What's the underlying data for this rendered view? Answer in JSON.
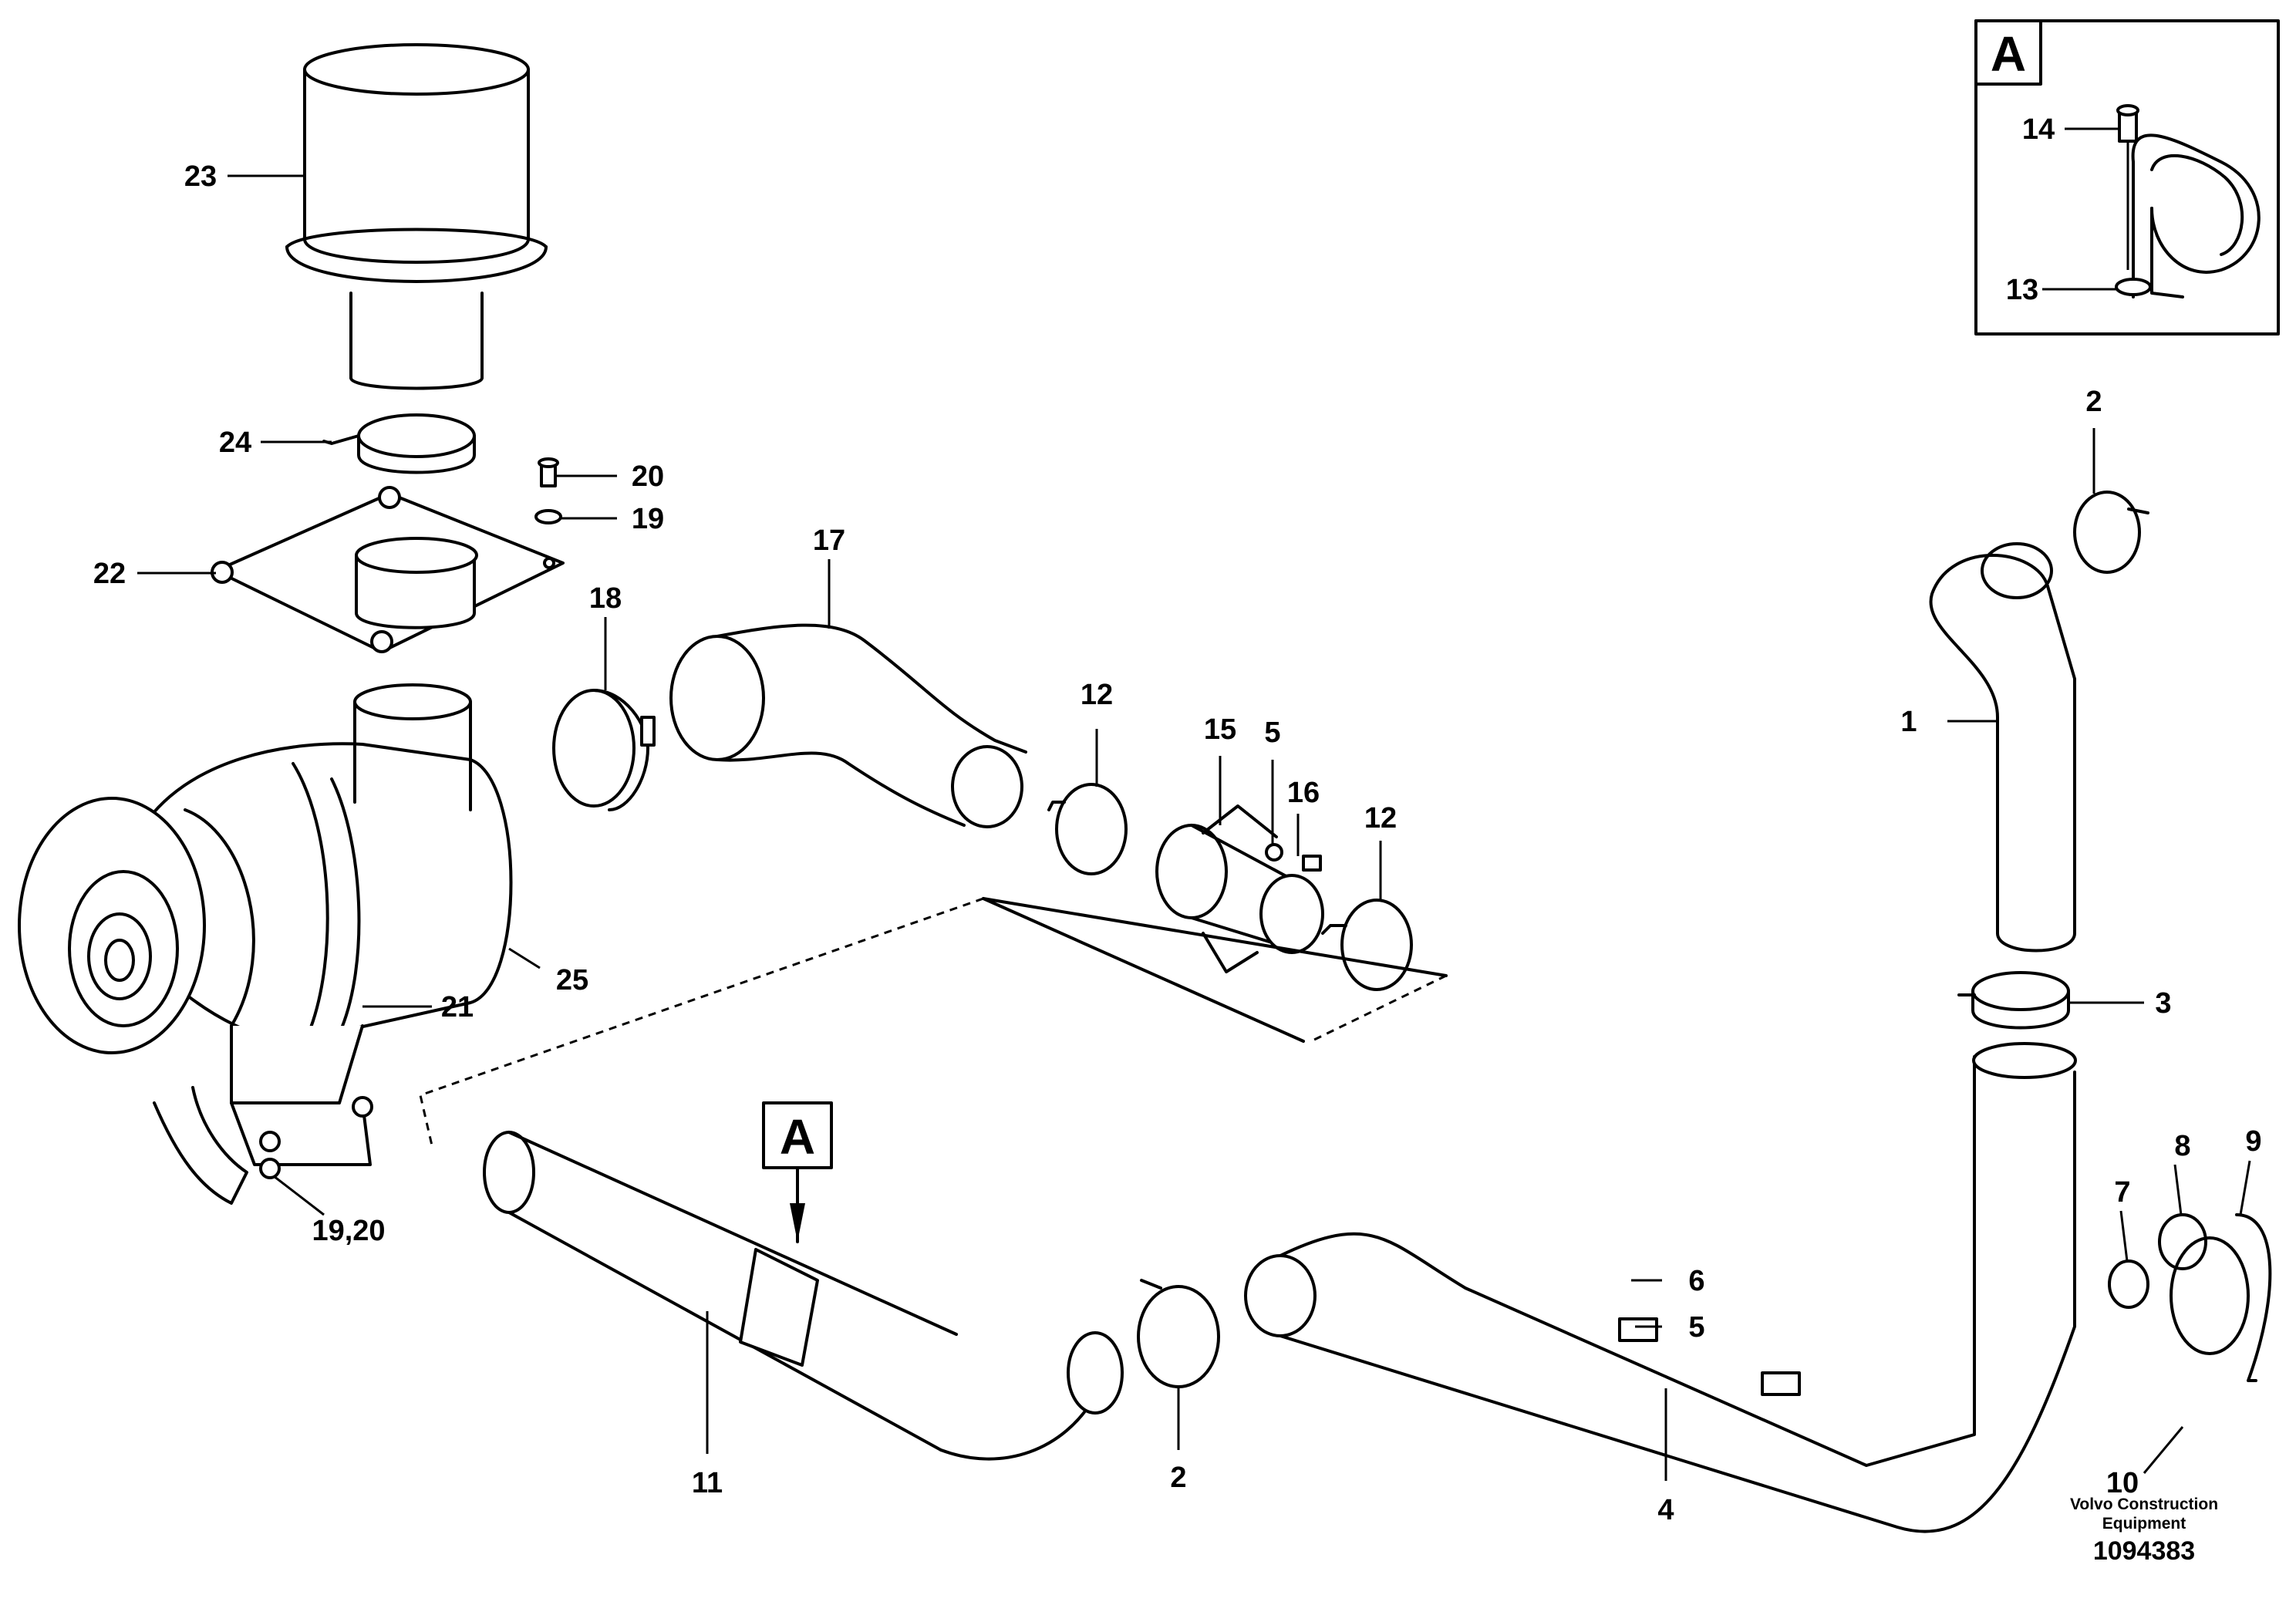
{
  "inset": {
    "letter": "A"
  },
  "callout": {
    "letter": "A"
  },
  "labels": {
    "p1": "1",
    "p2a": "2",
    "p2b": "2",
    "p3": "3",
    "p4": "4",
    "p5a": "5",
    "p5b": "5",
    "p6": "6",
    "p7": "7",
    "p8": "8",
    "p9": "9",
    "p10": "10",
    "p11": "11",
    "p12a": "12",
    "p12b": "12",
    "p13": "13",
    "p14": "14",
    "p15": "15",
    "p16": "16",
    "p17": "17",
    "p18": "18",
    "p19": "19",
    "p1920": "19,20",
    "p20": "20",
    "p21": "21",
    "p22": "22",
    "p23": "23",
    "p24": "24",
    "p25": "25"
  },
  "footer": {
    "maker_line1": "Volvo Construction",
    "maker_line2": "Equipment",
    "doc_number": "1094383"
  }
}
